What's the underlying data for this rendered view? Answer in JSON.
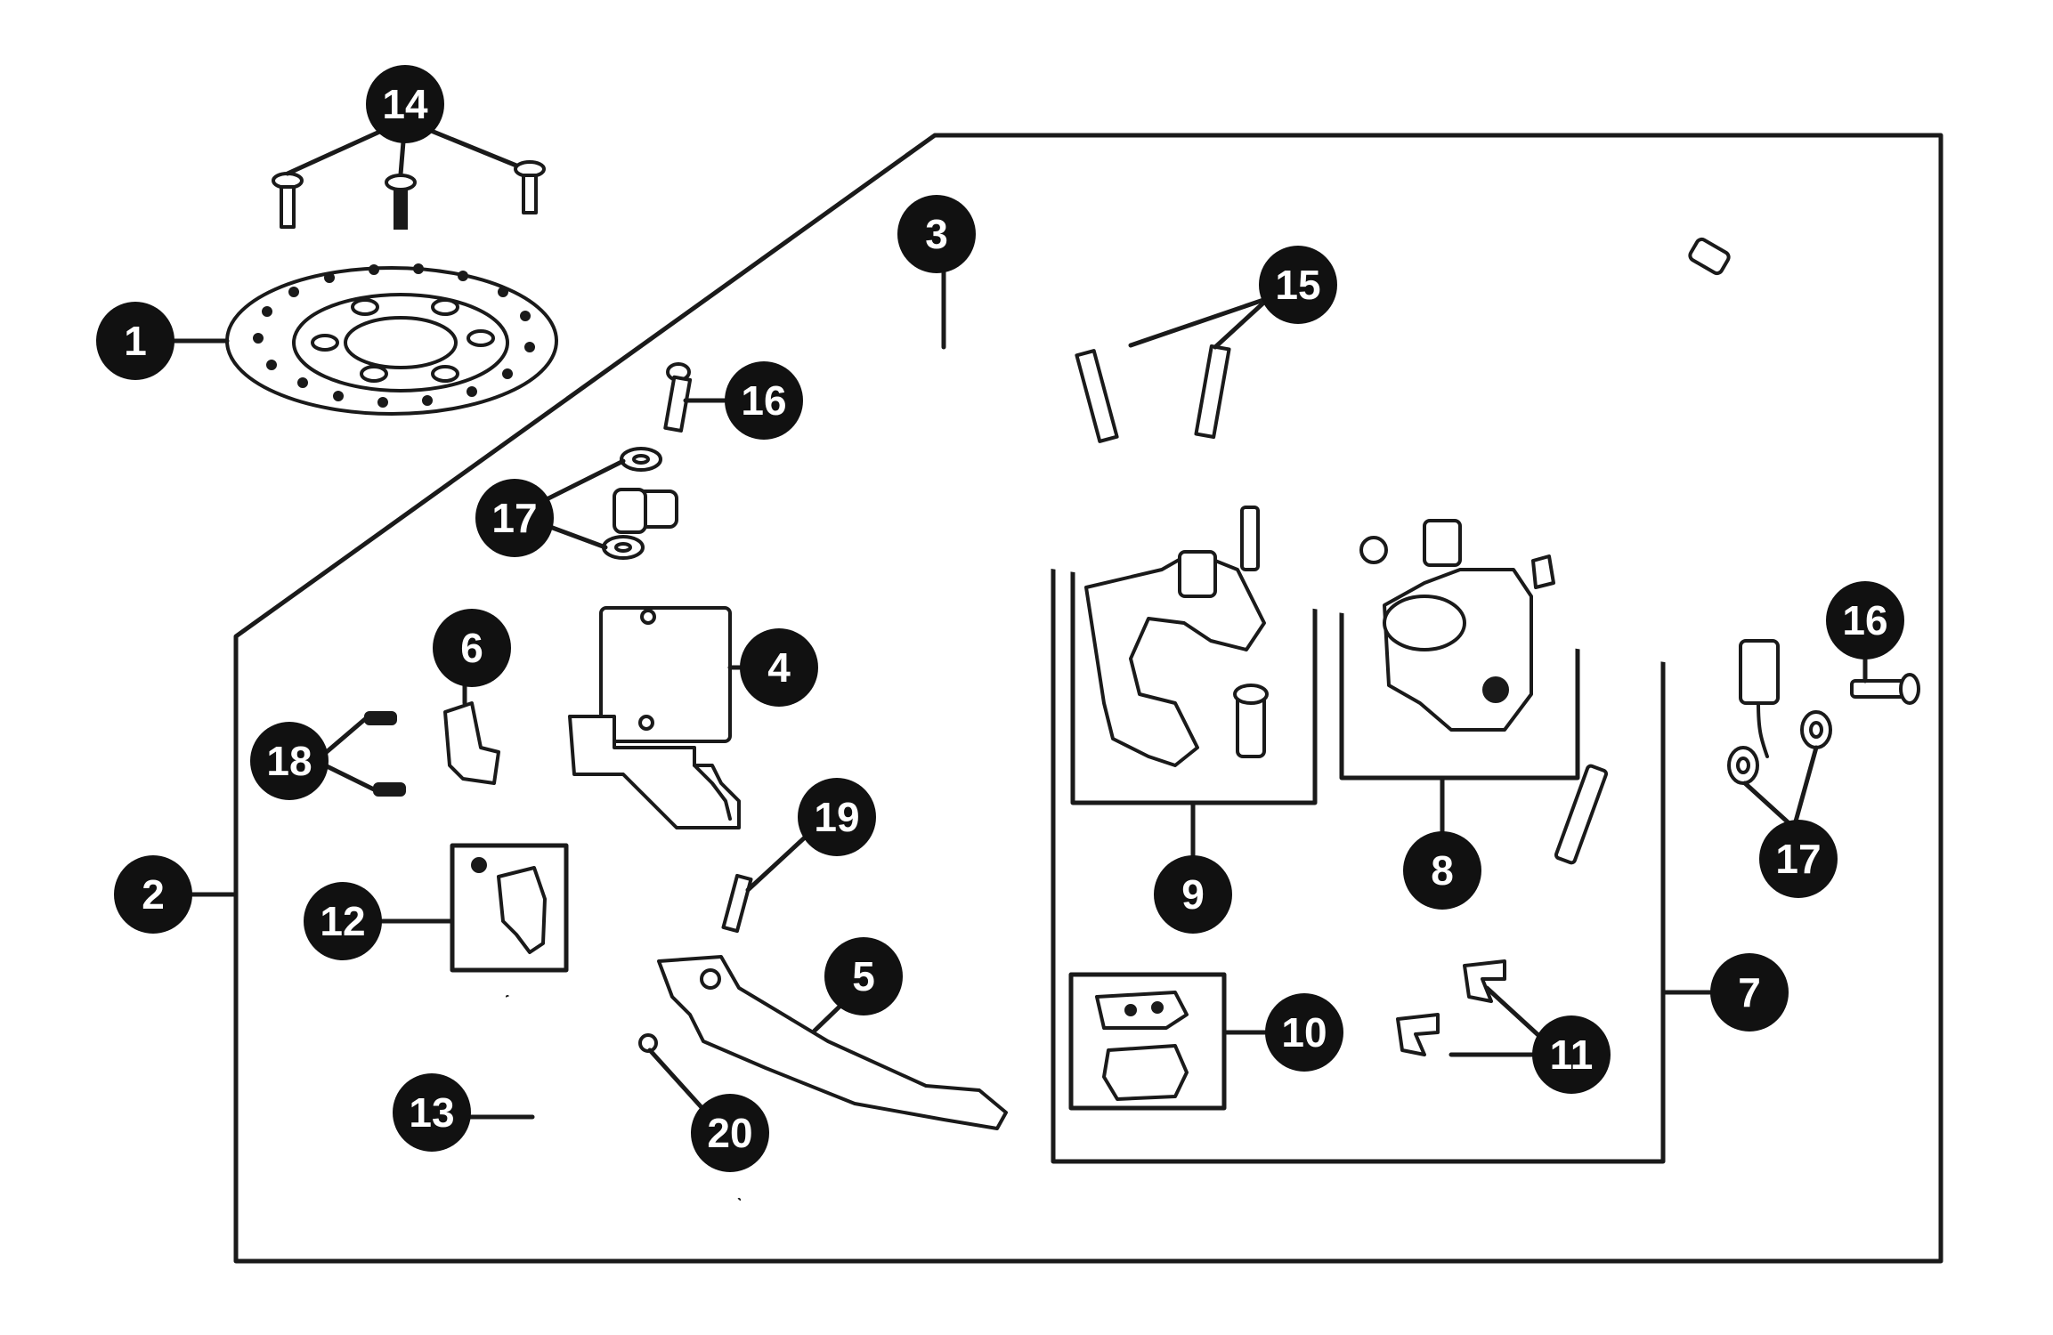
{
  "diagram": {
    "type": "exploded-parts-diagram",
    "colors": {
      "ink": "#111111",
      "background": "#ffffff",
      "callout_text": "#ffffff"
    },
    "callouts": [
      "1",
      "2",
      "3",
      "4",
      "5",
      "6",
      "7",
      "8",
      "9",
      "10",
      "11",
      "12",
      "13",
      "14",
      "15",
      "16",
      "16",
      "17",
      "17",
      "18",
      "19",
      "20"
    ]
  }
}
